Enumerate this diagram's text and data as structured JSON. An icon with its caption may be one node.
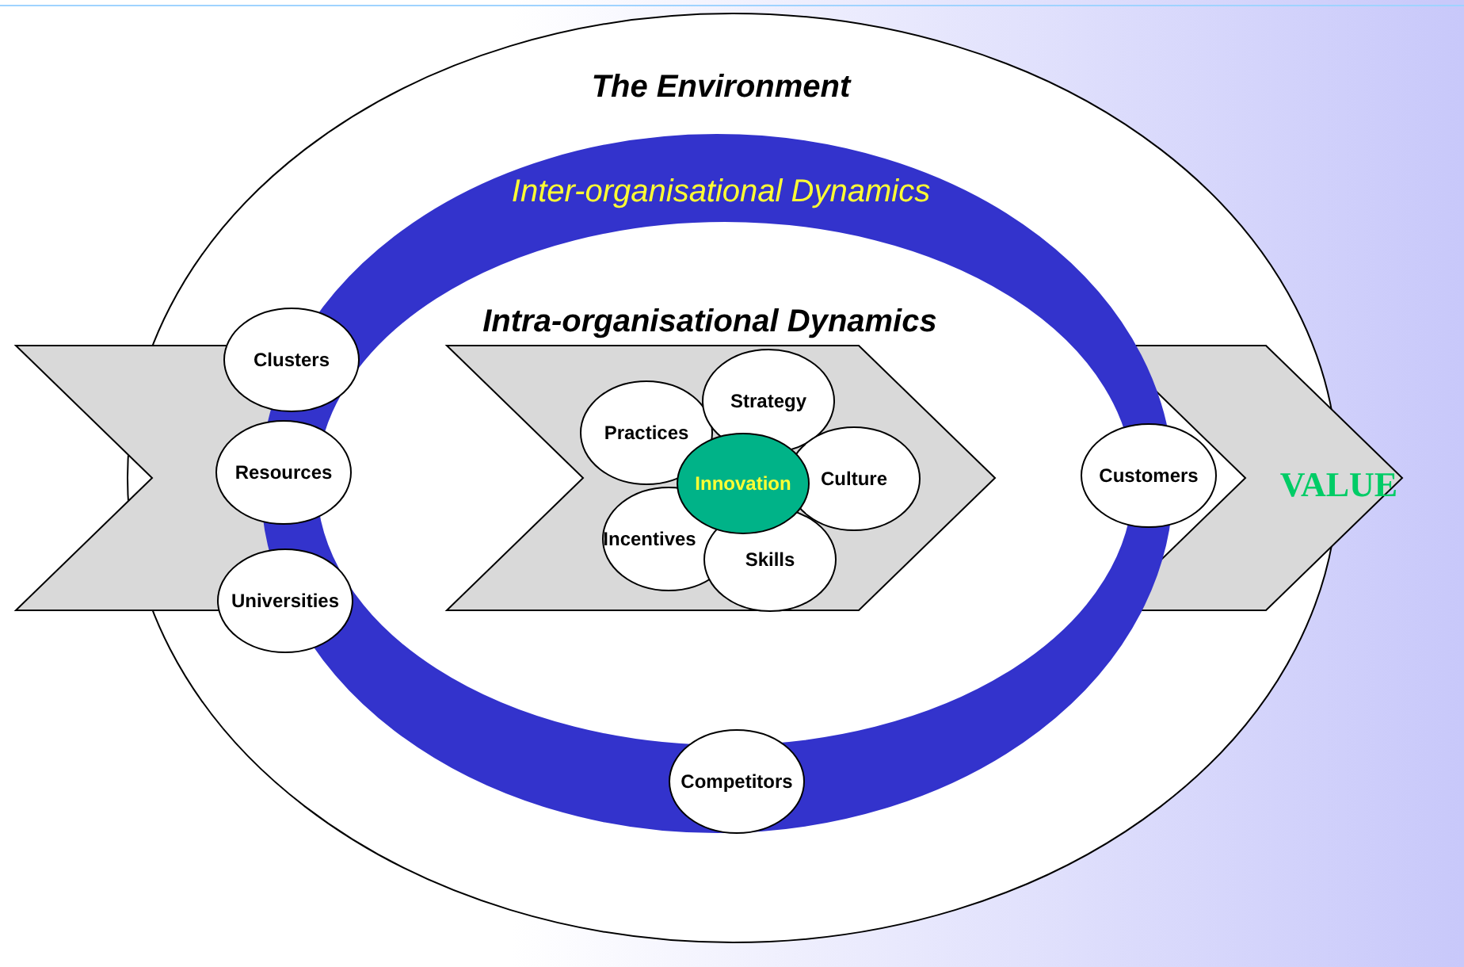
{
  "diagram": {
    "nodes": [
      {
        "text": [
          "The Environment"
        ]
      },
      {
        "text": [
          "Inter-organisational Dynamics"
        ],
        "in": 0
      },
      {
        "text": [
          "Intra-organisational Dynamics"
        ],
        "in": 1
      },
      {
        "text": [],
        "shape": "chevron"
      },
      {
        "text": [
          "Clusters"
        ],
        "in": 0
      },
      {
        "text": [
          "Resources"
        ]
      },
      {
        "text": [
          "Universities"
        ],
        "in": 0
      },
      {
        "text": [],
        "shape": "chevron",
        "in": 2
      },
      {
        "text": [
          "Practices"
        ],
        "in": 7
      },
      {
        "text": [
          "Strategy"
        ],
        "in": 7
      },
      {
        "text": [
          "Innovation"
        ],
        "in": 7
      },
      {
        "text": [
          "Culture"
        ],
        "in": 7
      },
      {
        "text": [
          "Incentives"
        ],
        "in": 7
      },
      {
        "text": [
          "Skills"
        ],
        "in": 7
      },
      {
        "text": [
          "Customers"
        ],
        "in": 0
      },
      {
        "text": [
          "VALUE"
        ]
      },
      {
        "text": [
          "Competitors"
        ],
        "in": 1
      }
    ]
  }
}
